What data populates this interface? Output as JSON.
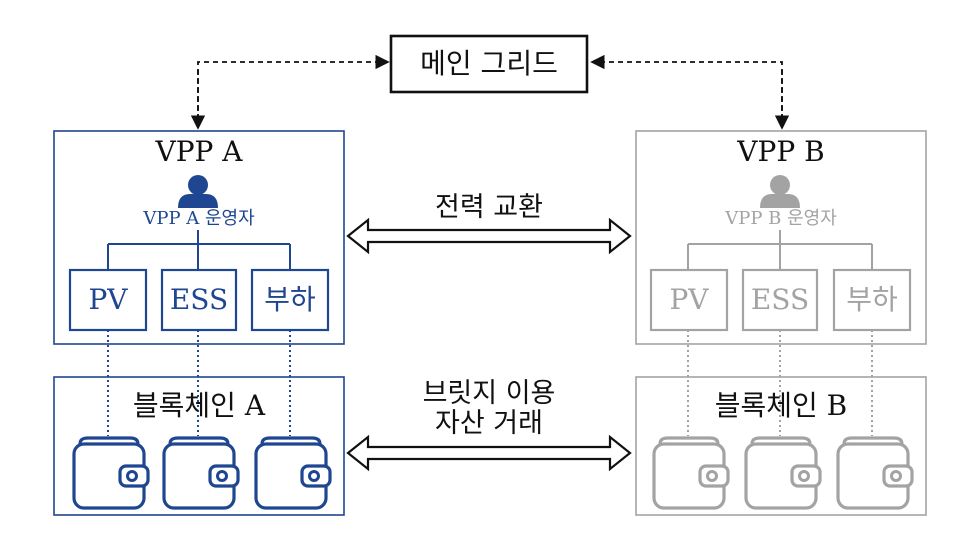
{
  "main_grid": {
    "label": "메인 그리드"
  },
  "exchange": {
    "power_label": "전력 교환",
    "asset_label_line1": "브릿지 이용",
    "asset_label_line2": "자산 거래"
  },
  "vpp_a": {
    "title": "VPP A",
    "operator_label": "VPP A 운영자",
    "resources": [
      "PV",
      "ESS",
      "부하"
    ],
    "blockchain_label": "블록체인 A",
    "color": "#1f4690"
  },
  "vpp_b": {
    "title": "VPP B",
    "operator_label": "VPP B 운영자",
    "resources": [
      "PV",
      "ESS",
      "부하"
    ],
    "blockchain_label": "블록체인 B",
    "color": "#a3a3a3"
  },
  "icons": {
    "operator": "person-icon",
    "wallet": "wallet-icon",
    "arrow": "double-arrow-icon"
  }
}
